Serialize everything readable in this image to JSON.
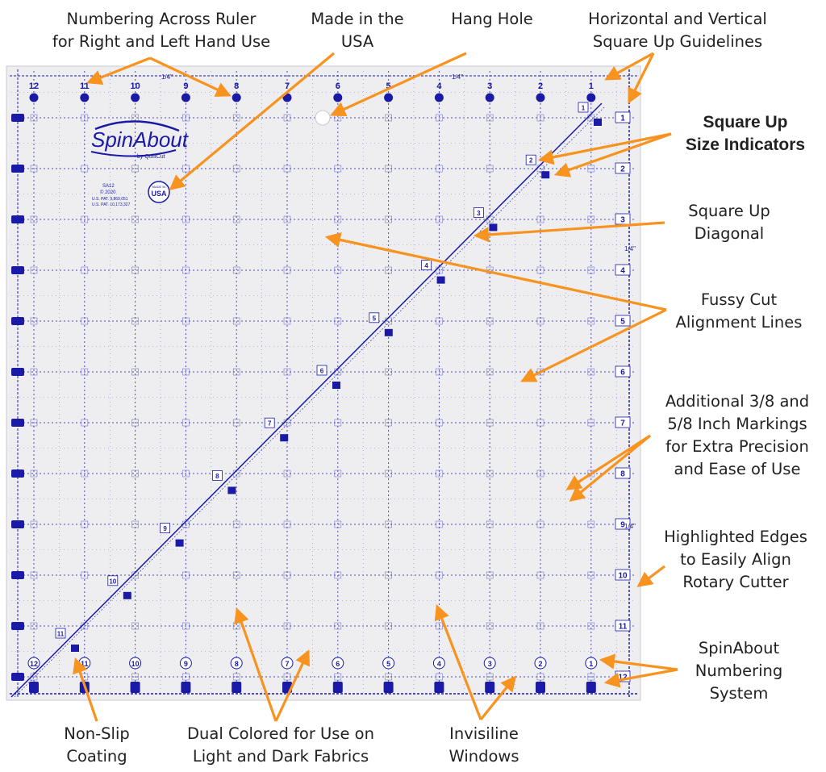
{
  "callouts": {
    "numbering_across": [
      "Numbering Across Ruler",
      "for Right and Left Hand Use"
    ],
    "made_in_usa": [
      "Made in the",
      "USA"
    ],
    "hang_hole": [
      "Hang Hole"
    ],
    "square_up_guidelines": [
      "Horizontal and Vertical",
      "Square Up Guidelines"
    ],
    "size_indicators": [
      "Square Up",
      "Size Indicators"
    ],
    "diagonal": [
      "Square Up",
      "Diagonal"
    ],
    "fussy_cut": [
      "Fussy Cut",
      "Alignment Lines"
    ],
    "additional_markings": [
      "Additional 3/8 and",
      "5/8 Inch Markings",
      "for Extra Precision",
      "and Ease of Use"
    ],
    "highlighted_edges": [
      "Highlighted Edges",
      "to Easily Align",
      "Rotary Cutter"
    ],
    "spinabout_numbering": [
      "SpinAbout",
      "Numbering",
      "System"
    ],
    "non_slip": [
      "Non-Slip",
      "Coating"
    ],
    "dual_colored": [
      "Dual Colored for Use on",
      "Light and Dark Fabrics"
    ],
    "invisiline": [
      "Invisiline",
      "Windows"
    ]
  },
  "ruler": {
    "brand": "SpinAbout",
    "brand_sub": "by QuiltCut",
    "model": "SA12",
    "copyright": "© 2020",
    "patent_1": "U.S. PAT. 9,869,051",
    "patent_2": "U.S. PAT. 10,173,327",
    "usa_badge_top": "MADE IN",
    "usa_badge_main": "USA",
    "quarter_mark": "1/4\"",
    "top_numbers": [
      "12",
      "11",
      "10",
      "9",
      "8",
      "7",
      "6",
      "5",
      "4",
      "3",
      "2",
      "1"
    ],
    "right_numbers": [
      "1",
      "2",
      "3",
      "4",
      "5",
      "6",
      "7",
      "8",
      "9",
      "10",
      "11",
      "12"
    ],
    "diagonal_numbers": [
      "1",
      "2",
      "3",
      "4",
      "5",
      "6",
      "7",
      "8",
      "9",
      "10",
      "11"
    ],
    "bottom_numbers": [
      "12",
      "11",
      "10",
      "9",
      "8",
      "7",
      "6",
      "5",
      "4",
      "3",
      "2",
      "1"
    ]
  },
  "colors": {
    "ruler_blue": "#1a1aa6",
    "ruler_bg": "#eeeef1",
    "arrow": "#f7931e",
    "text": "#222222"
  }
}
